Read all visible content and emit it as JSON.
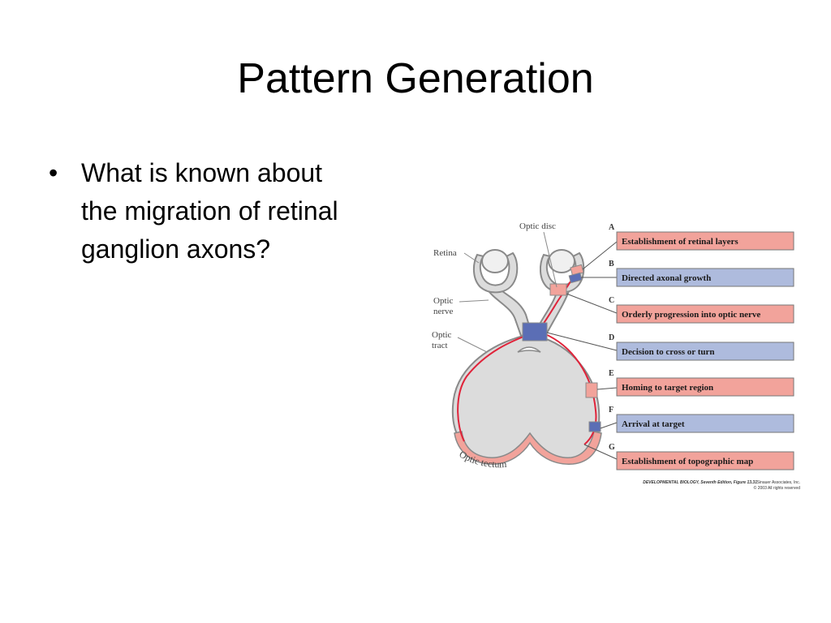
{
  "slide": {
    "title": "Pattern Generation",
    "bullet_symbol": "•",
    "bullet_lines": [
      "What is known about",
      "the migration of retinal",
      "ganglion axons?"
    ]
  },
  "figure": {
    "anatomy_labels": {
      "retina": "Retina",
      "optic_disc": "Optic disc",
      "optic_nerve": [
        "Optic",
        "nerve"
      ],
      "optic_tract": [
        "Optic",
        "tract"
      ],
      "optic_tectum": "Optic tectum"
    },
    "steps": [
      {
        "letter": "A",
        "text": "Establishment of retinal layers",
        "color": "#f2a39b"
      },
      {
        "letter": "B",
        "text": "Directed axonal growth",
        "color": "#aebbdd"
      },
      {
        "letter": "C",
        "text": "Orderly progression into optic nerve",
        "color": "#f2a39b"
      },
      {
        "letter": "D",
        "text": "Decision to cross or turn",
        "color": "#aebbdd"
      },
      {
        "letter": "E",
        "text": "Homing to target region",
        "color": "#f2a39b"
      },
      {
        "letter": "F",
        "text": "Arrival at target",
        "color": "#aebbdd"
      },
      {
        "letter": "G",
        "text": "Establishment of topographic map",
        "color": "#f2a39b"
      }
    ],
    "credit": {
      "line1a": "DEVELOPMENTAL BIOLOGY, Seventh Edition, Figure 13.31",
      "line1b": "Sinauer Associates, Inc.",
      "line2": "© 2003 All rights reserved"
    },
    "colors": {
      "brain_fill": "#dcdcdc",
      "outline": "#8a8a8a",
      "axon": "#e0233a",
      "pink": "#f2a39b",
      "blue": "#5b6eb5"
    }
  }
}
